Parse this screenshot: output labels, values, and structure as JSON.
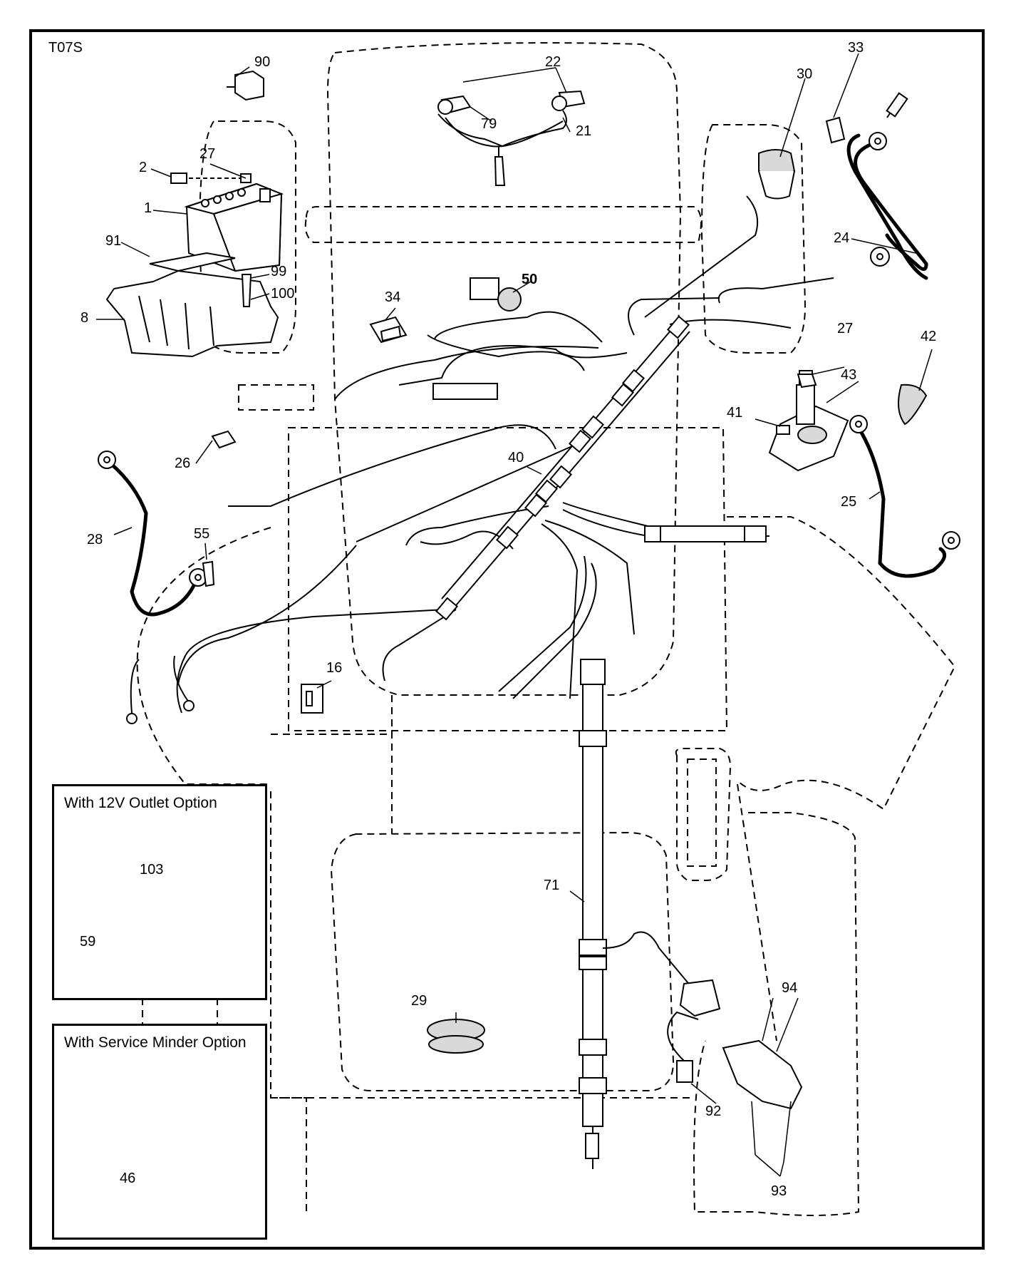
{
  "diagram_code": "T07S",
  "options": {
    "outlet_12v": "With 12V Outlet Option",
    "service_minder": "With Service Minder Option"
  },
  "callouts": {
    "c1": "1",
    "c2": "2",
    "c8": "8",
    "c16": "16",
    "c21": "21",
    "c22": "22",
    "c24": "24",
    "c25": "25",
    "c26": "26",
    "c27a": "27",
    "c27b": "27",
    "c28": "28",
    "c29": "29",
    "c30": "30",
    "c33": "33",
    "c34": "34",
    "c40": "40",
    "c41": "41",
    "c42": "42",
    "c43": "43",
    "c46": "46",
    "c50": "50",
    "c55": "55",
    "c59": "59",
    "c71": "71",
    "c79": "79",
    "c90": "90",
    "c91": "91",
    "c92": "92",
    "c93": "93",
    "c94": "94",
    "c99": "99",
    "c100": "100",
    "c103": "103"
  }
}
